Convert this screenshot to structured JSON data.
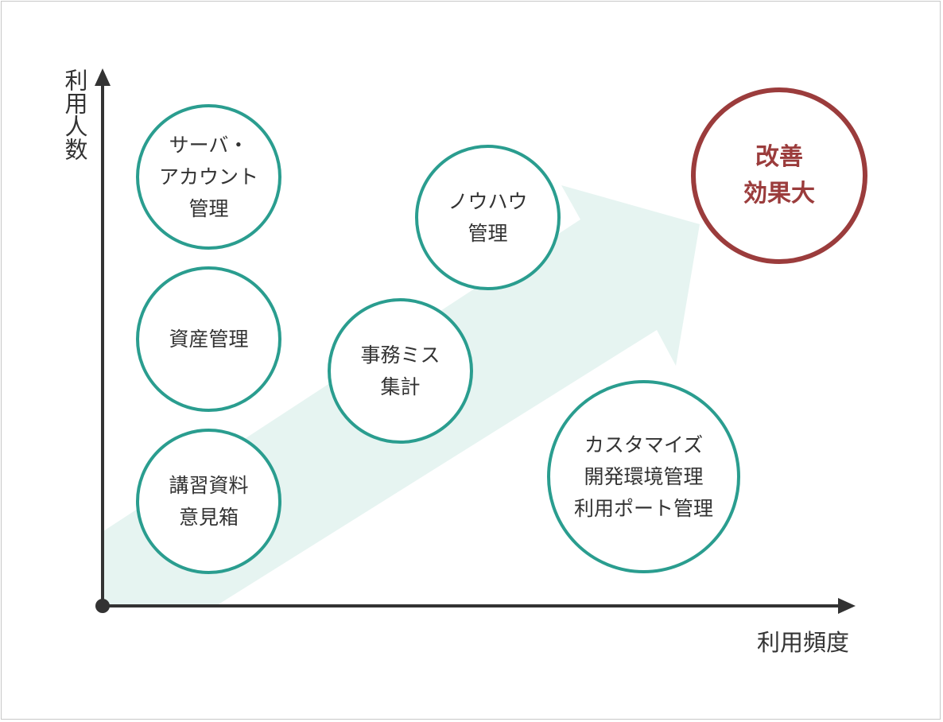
{
  "axes": {
    "y_label": "利用人数",
    "x_label": "利用頻度"
  },
  "colors": {
    "axis": "#333333",
    "node_border": "#2a9d8f",
    "highlight": "#9b3c3c",
    "arrow_fill": "#e6f4f1",
    "frame": "#c8c8c8"
  },
  "nodes": [
    {
      "id": "server-account",
      "text": "サーバ・\nアカウント\n管理"
    },
    {
      "id": "asset",
      "text": "資産管理"
    },
    {
      "id": "training",
      "text": "講習資料\n意見箱"
    },
    {
      "id": "knowhow",
      "text": "ノウハウ\n管理"
    },
    {
      "id": "office-error",
      "text": "事務ミス\n集計"
    },
    {
      "id": "customize",
      "text": "カスタマイズ\n開発環境管理\n利用ポート管理"
    },
    {
      "id": "improvement",
      "text": "改善\n効果大"
    }
  ]
}
